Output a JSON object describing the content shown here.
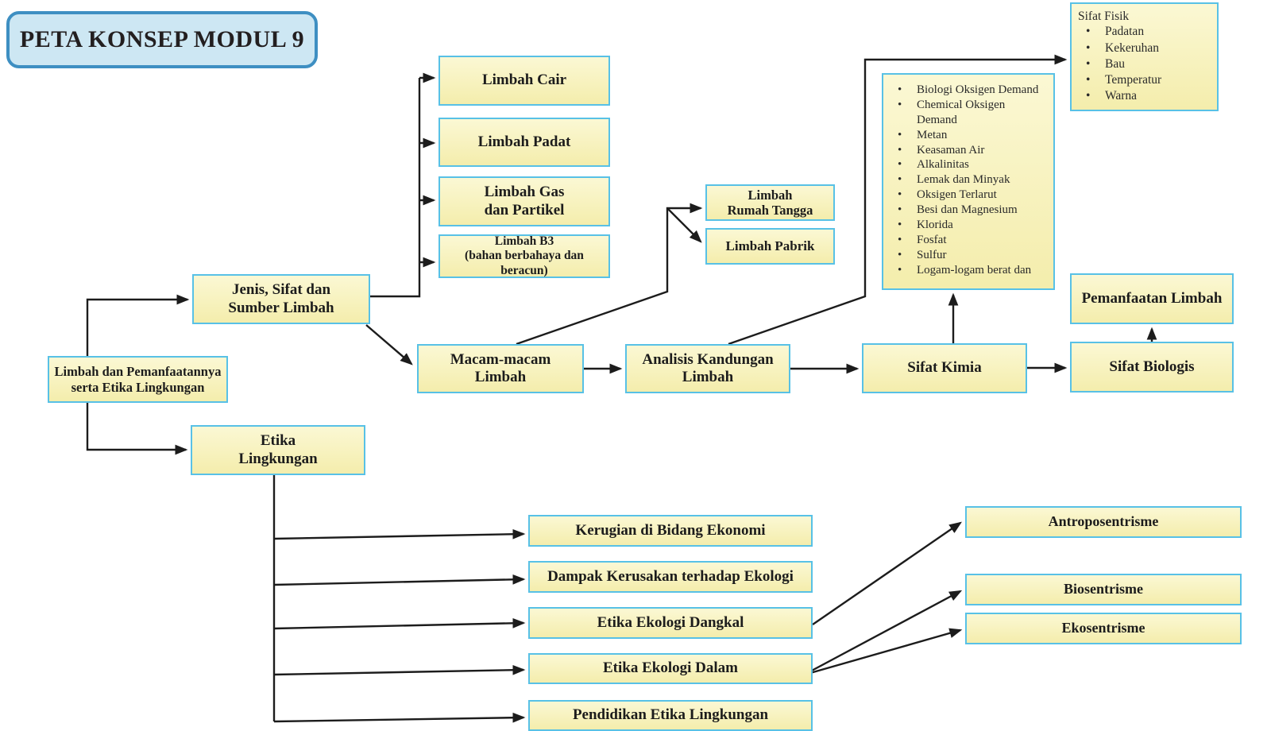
{
  "title": "PETA KONSEP MODUL 9",
  "colors": {
    "node_fill_top": "#FBF8D4",
    "node_fill_bottom": "#F4EDAC",
    "node_border": "#58C1E6",
    "title_fill": "#CDE7F3",
    "title_border": "#3E8FC2",
    "line": "#1C1C1C",
    "text": "#1C1C1C"
  },
  "nodes": {
    "root": {
      "label": "Limbah dan Pemanfaatannya\nserta Etika Lingkungan"
    },
    "jenis": {
      "label": "Jenis, Sifat dan\nSumber Limbah"
    },
    "limbah_cair": {
      "label": "Limbah Cair"
    },
    "limbah_padat": {
      "label": "Limbah Padat"
    },
    "limbah_gas": {
      "label": "Limbah Gas\ndan Partikel"
    },
    "limbah_b3": {
      "label": "Limbah B3\n(bahan berbahaya dan beracun)"
    },
    "macam": {
      "label": "Macam-macam Limbah"
    },
    "rumah_tangga": {
      "label": "Limbah\nRumah Tangga"
    },
    "pabrik": {
      "label": "Limbah Pabrik"
    },
    "analisis": {
      "label": "Analisis Kandungan\nLimbah"
    },
    "sifat_kimia": {
      "label": "Sifat Kimia"
    },
    "sifat_biologis": {
      "label": "Sifat Biologis"
    },
    "pemanfaatan": {
      "label": "Pemanfaatan Limbah"
    },
    "etika": {
      "label": "Etika\nLingkungan"
    },
    "kerugian": {
      "label": "Kerugian di Bidang Ekonomi"
    },
    "dampak": {
      "label": "Dampak Kerusakan terhadap Ekologi"
    },
    "dangkal": {
      "label": "Etika Ekologi Dangkal"
    },
    "dalam": {
      "label": "Etika Ekologi Dalam"
    },
    "pendidikan": {
      "label": "Pendidikan Etika Lingkungan"
    },
    "antroposentrisme": {
      "label": "Antroposentrisme"
    },
    "biosentrisme": {
      "label": "Biosentrisme"
    },
    "ekosentrisme": {
      "label": "Ekosentrisme"
    }
  },
  "kimia_list": {
    "items": [
      "Biologi Oksigen Demand",
      "Chemical Oksigen Demand",
      "Metan",
      "Keasaman Air",
      "Alkalinitas",
      "Lemak dan Minyak",
      "Oksigen Terlarut",
      "Besi dan Magnesium",
      "Klorida",
      "Fosfat",
      "Sulfur",
      "Logam-logam berat dan"
    ]
  },
  "fisik_list": {
    "heading": "Sifat Fisik",
    "items": [
      "Padatan",
      "Kekeruhan",
      "Bau",
      "Temperatur",
      "Warna"
    ]
  },
  "edges": [
    {
      "from": "root",
      "to": "jenis"
    },
    {
      "from": "root",
      "to": "etika"
    },
    {
      "from": "jenis",
      "to": "limbah_cair"
    },
    {
      "from": "jenis",
      "to": "limbah_padat"
    },
    {
      "from": "jenis",
      "to": "limbah_gas"
    },
    {
      "from": "jenis",
      "to": "limbah_b3"
    },
    {
      "from": "jenis",
      "to": "macam"
    },
    {
      "from": "macam",
      "to": "rumah_tangga"
    },
    {
      "from": "macam",
      "to": "pabrik"
    },
    {
      "from": "macam",
      "to": "analisis"
    },
    {
      "from": "analisis",
      "to": "sifat_kimia"
    },
    {
      "from": "analisis",
      "to": "fisik_list"
    },
    {
      "from": "sifat_kimia",
      "to": "kimia_list"
    },
    {
      "from": "sifat_kimia",
      "to": "sifat_biologis"
    },
    {
      "from": "sifat_biologis",
      "to": "pemanfaatan"
    },
    {
      "from": "etika",
      "to": "kerugian"
    },
    {
      "from": "etika",
      "to": "dampak"
    },
    {
      "from": "etika",
      "to": "dangkal"
    },
    {
      "from": "etika",
      "to": "dalam"
    },
    {
      "from": "etika",
      "to": "pendidikan"
    },
    {
      "from": "dangkal",
      "to": "antroposentrisme"
    },
    {
      "from": "dalam",
      "to": "biosentrisme"
    },
    {
      "from": "dalam",
      "to": "ekosentrisme"
    }
  ]
}
